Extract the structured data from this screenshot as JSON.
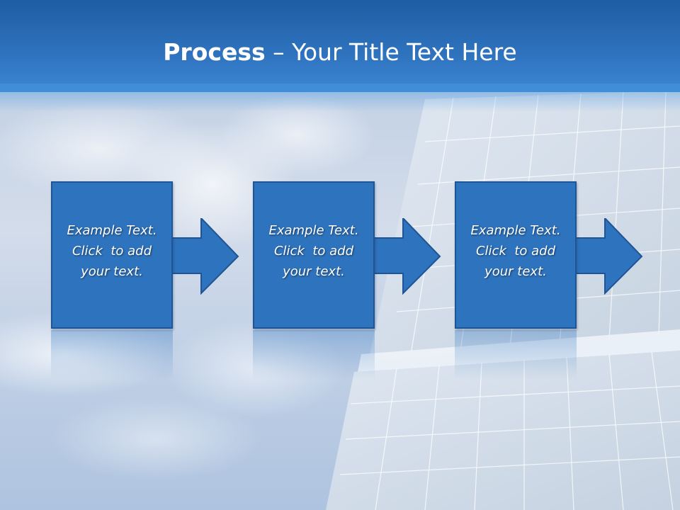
{
  "slide": {
    "title_bold": "Process",
    "title_rest": " – Your Title Text Here"
  },
  "steps": [
    {
      "line1": "Example Text.",
      "line2": "Click  to add",
      "line3": "your text."
    },
    {
      "line1": "Example Text.",
      "line2": "Click  to add",
      "line3": "your text."
    },
    {
      "line1": "Example Text.",
      "line2": "Click  to add",
      "line3": "your text."
    }
  ],
  "colors": {
    "header": "#2a6cb6",
    "box_fill": "#2e73be",
    "box_border": "#1f5594",
    "text": "#ffffff"
  },
  "icons": {
    "arrow": "arrow-right-icon",
    "background": "solar-panel-sky-background"
  }
}
